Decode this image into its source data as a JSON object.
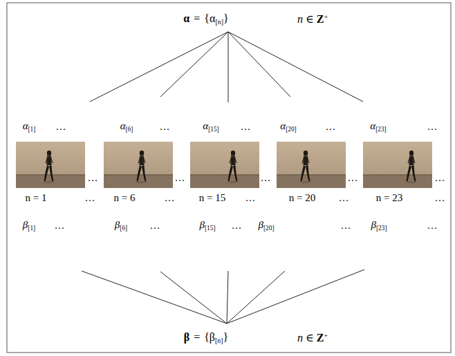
{
  "diagram": {
    "labels": [
      "α",
      "=",
      "{α",
      "[n]",
      "}",
      "n ∈",
      "Z",
      "+",
      "α",
      "[1]",
      "…",
      "α",
      "[6]",
      "…",
      "α",
      "[15]",
      "…",
      "α",
      "[20]",
      "…",
      "α",
      "[23]",
      "…",
      "…",
      "…",
      "…",
      "…",
      "…",
      "n = 1",
      "…",
      "n = 6",
      "…",
      "n = 15",
      "…",
      "n = 20",
      "…",
      "n = 23",
      "…",
      "β",
      "[1]",
      "…",
      "β",
      "[6]",
      "…",
      "β",
      "[15]",
      "…",
      "β",
      "[20]",
      "…",
      "β",
      "[23]",
      "…",
      "β",
      "=",
      "{β",
      "[n]",
      "}",
      "n ∈",
      "Z",
      "+"
    ]
  }
}
